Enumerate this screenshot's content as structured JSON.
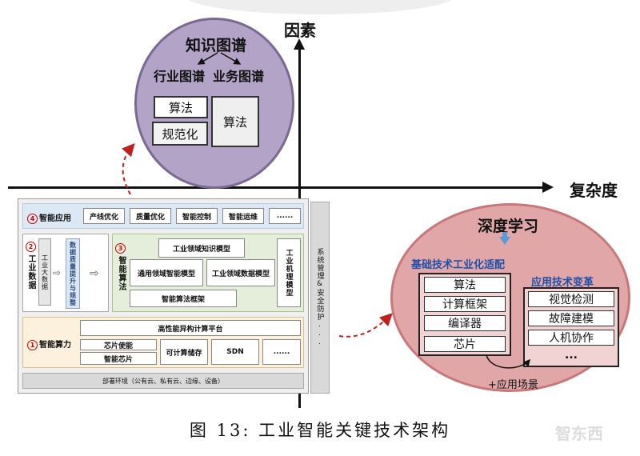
{
  "axes": {
    "vertical": "因素",
    "horizontal": "复杂度"
  },
  "knowledge_graph": {
    "title": "知识图谱",
    "industry": "行业图谱",
    "business": "业务图谱",
    "box_algo_left": "算法",
    "box_norm": "规范化",
    "box_algo_right": "算法"
  },
  "architecture": {
    "app": {
      "num": "4",
      "label": "智能应用",
      "items": [
        "产线优化",
        "质量优化",
        "智能控制",
        "智能运维",
        "......"
      ]
    },
    "data": {
      "num": "2",
      "label": "工业数据",
      "big_data": "工业大数据",
      "quality": "数据质量提升与规整"
    },
    "algo": {
      "num": "3",
      "label": "智能算法",
      "knowledge_model": "工业领域知识模型",
      "general_model": "通用领域智能模型",
      "domain_data_model": "工业领域数据模型",
      "mechanism_model": "工业机理模型",
      "framework": "智能算法框架"
    },
    "compute": {
      "num": "1",
      "label": "智能算力",
      "platform": "高性能异构计算平台",
      "chip_enable": "芯片使能",
      "smart_chip": "智能芯片",
      "storage": "可计算储存",
      "sdn": "SDN",
      "more": "......"
    },
    "deploy": "部署环境（公有云、私有云、边缘、设备）",
    "security": "系统管理&安全防护..."
  },
  "deep_learning": {
    "title": "深度学习",
    "basic_adapt": "基础技术工业化适配",
    "app_change": "应用技术变革",
    "left_items": [
      "算法",
      "计算框架",
      "编译器",
      "芯片"
    ],
    "right_items": [
      "视觉检测",
      "故障建模",
      "人机协作",
      "..."
    ],
    "scenario": "+应用场景"
  },
  "caption": "图 13:  工业智能关键技术架构",
  "watermark": "智东西"
}
